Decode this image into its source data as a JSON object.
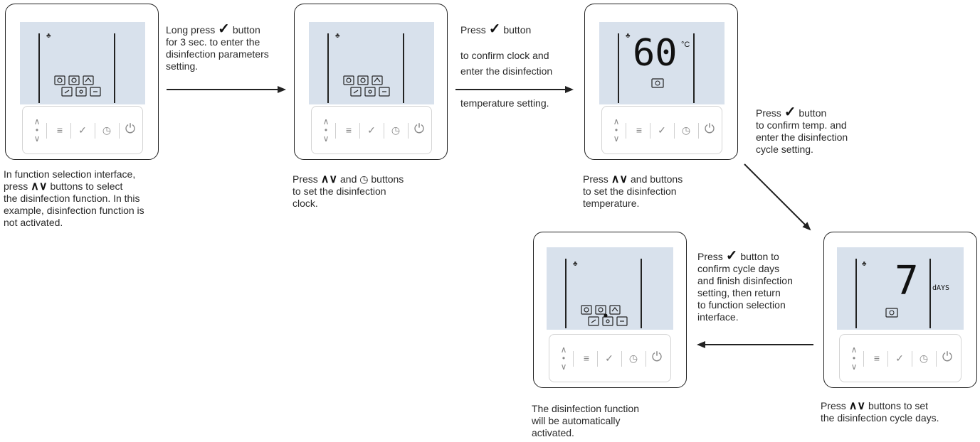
{
  "panel1": {
    "caption": "In function selection interface, press ^ v buttons to select the disinfection function. In this example, disinfection function is not activated.",
    "caption_lines": [
      "In function selection interface,",
      "press",
      "buttons to select",
      "the disinfection function. In this",
      "example, disinfection function is",
      "not activated."
    ]
  },
  "arrow1": {
    "lines": [
      "Long press",
      "button",
      "for 3 sec. to enter the",
      "disinfection parameters",
      "setting."
    ]
  },
  "panel2": {
    "caption_lines": [
      "Press",
      "and",
      "buttons",
      "to set the disinfection",
      "clock."
    ]
  },
  "arrow2": {
    "lines": [
      "Press",
      "button",
      "to confirm clock and",
      "enter the disinfection",
      "temperature setting."
    ]
  },
  "panel3": {
    "display_value": "60",
    "unit": "°C",
    "caption_lines": [
      "Press",
      "and buttons",
      "to set the disinfection",
      "temperature."
    ]
  },
  "arrow3": {
    "lines": [
      "Press",
      "button",
      "to confirm temp. and",
      "enter the disinfection",
      "cycle setting."
    ]
  },
  "panel5": {
    "display_value": "7",
    "unit": "dAYS",
    "caption_lines": [
      "Press",
      "buttons to set",
      "the disinfection cycle days."
    ]
  },
  "arrow4": {
    "lines": [
      "Press",
      "button to",
      "confirm cycle days",
      "and finish disinfection",
      "setting, then return",
      "to function selection",
      "interface."
    ]
  },
  "panel4": {
    "caption_lines": [
      "The disinfection function",
      "will be automatically",
      "activated."
    ]
  },
  "colors": {
    "screen": "#d8e1ec",
    "frame": "#222222",
    "pad_border": "#d4d4d4",
    "arrow": "#222222"
  },
  "icons": [
    "thermometer-icon",
    "check-icon",
    "up-arrow-icon",
    "down-arrow-icon",
    "menu-icon",
    "clock-icon",
    "power-icon"
  ]
}
